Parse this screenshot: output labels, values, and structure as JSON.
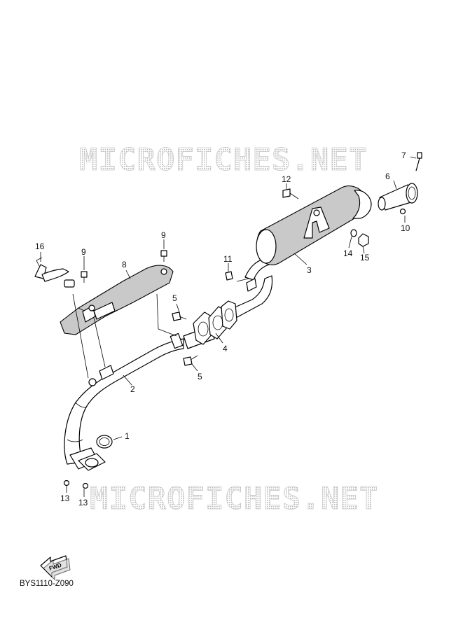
{
  "watermark_text": "MICROFICHES.NET",
  "diagram_code": "BYS1110-Z090",
  "fwd_label": "FWD",
  "callouts": [
    "1",
    "2",
    "3",
    "4",
    "5",
    "5",
    "6",
    "7",
    "8",
    "9",
    "9",
    "10",
    "11",
    "12",
    "13",
    "13",
    "14",
    "15",
    "16"
  ]
}
